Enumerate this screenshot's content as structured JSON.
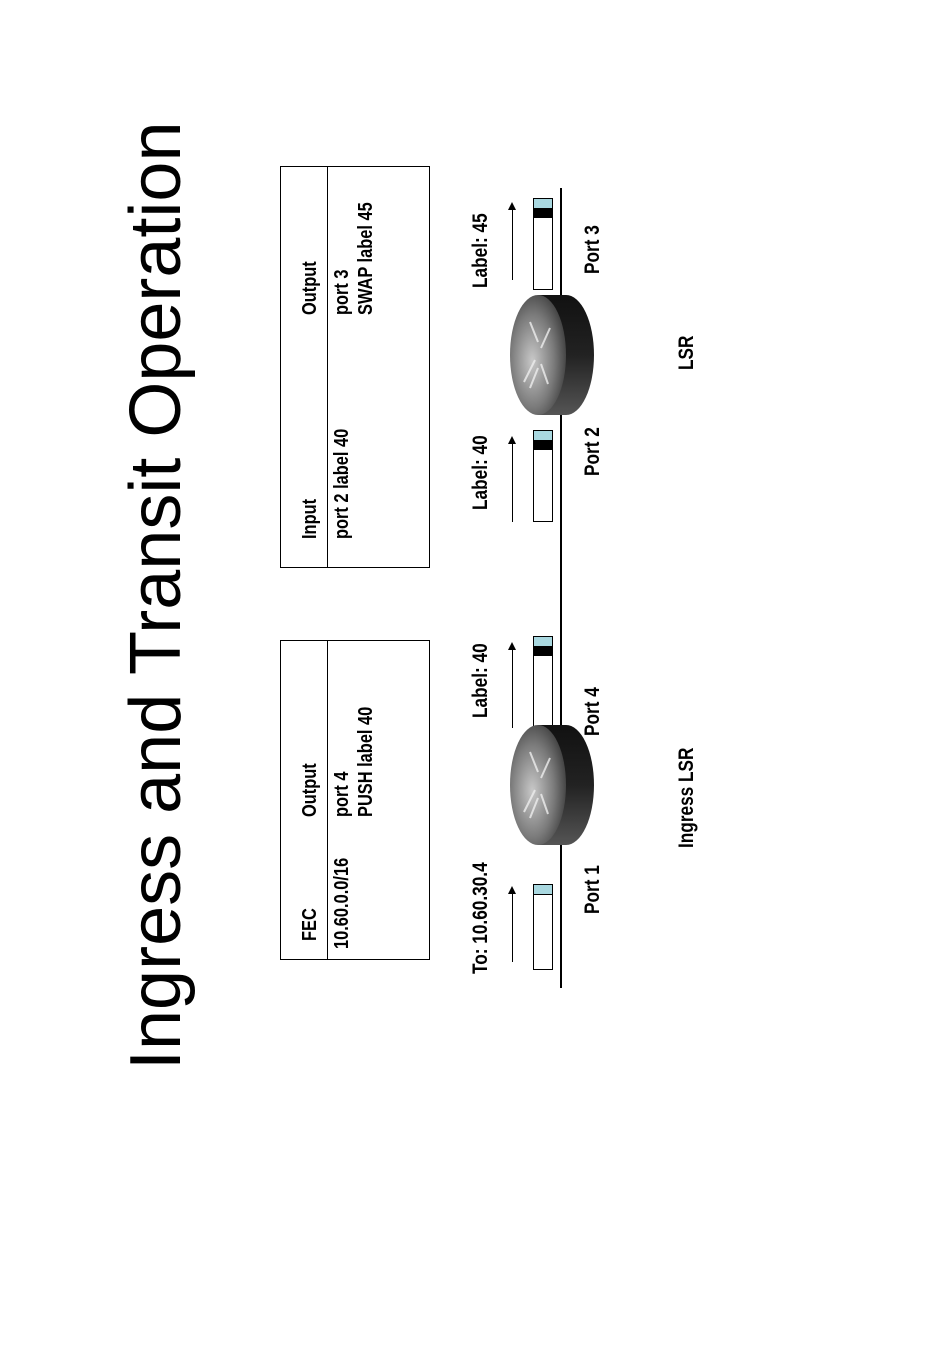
{
  "title": "Ingress and Transit Operation",
  "ingress_table": {
    "col1": "FEC",
    "col2": "Output",
    "fec": "10.60.0.0/16",
    "out1": "port 4",
    "out2": "PUSH  label 40"
  },
  "lsr_table": {
    "col1": "Input",
    "col2": "Output",
    "input": "port 2 label 40",
    "out1": "port 3",
    "out2": "SWAP label 45"
  },
  "packets": [
    {
      "label": "To: 10.60.30.4"
    },
    {
      "label": "Label: 40"
    },
    {
      "label": "Label: 40"
    },
    {
      "label": "Label: 45"
    }
  ],
  "ports": [
    "Port 1",
    "Port 4",
    "Port 2",
    "Port 3"
  ],
  "routers": [
    "Ingress LSR",
    "LSR"
  ],
  "colors": {
    "packet_header": "#a9d8e0",
    "label": "#000000"
  }
}
